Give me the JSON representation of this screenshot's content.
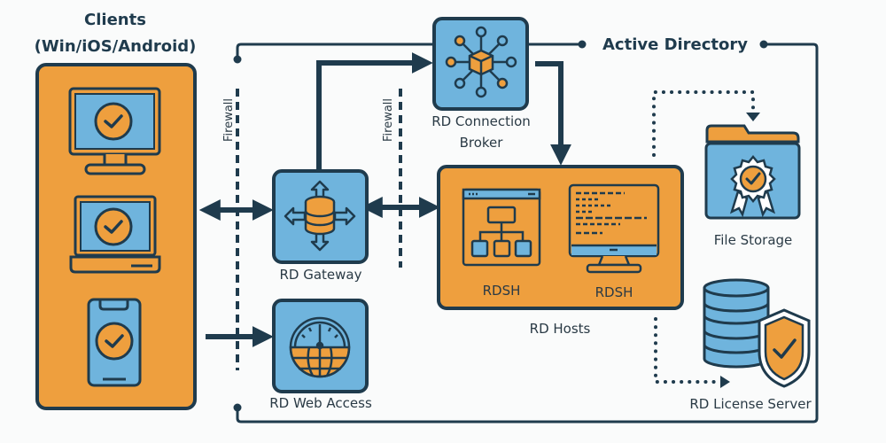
{
  "colors": {
    "ink": "#1f3b4d",
    "orange": "#ee9f3e",
    "blue": "#6fb4dd",
    "background": "#fafbfb",
    "white": "#ffffff"
  },
  "clients": {
    "title_line1": "Clients",
    "title_line2": "(Win/iOS/Android)",
    "devices": [
      "desktop-monitor",
      "laptop",
      "smartphone"
    ]
  },
  "firewalls": [
    {
      "label": "Firewall"
    },
    {
      "label": "Firewall"
    }
  ],
  "nodes": {
    "gateway": {
      "label": "RD Gateway",
      "icon": "database-arrows-icon"
    },
    "web_access": {
      "label": "RD Web Access",
      "icon": "globe-gauge-icon"
    },
    "broker": {
      "label_line1": "RD Connection",
      "label_line2": "Broker",
      "icon": "hub-network-icon"
    },
    "hosts": {
      "label": "RD Hosts",
      "servers": [
        {
          "label": "RDSH",
          "icon": "org-chart-window-icon"
        },
        {
          "label": "RDSH",
          "icon": "code-monitor-icon"
        }
      ]
    },
    "file_storage": {
      "label": "File Storage",
      "icon": "certified-folder-icon"
    },
    "license_server": {
      "label": "RD License Server",
      "icon": "secure-database-icon"
    }
  },
  "active_directory": {
    "label": "Active Directory"
  },
  "connections": [
    {
      "from": "clients",
      "to": "gateway",
      "type": "bidirectional"
    },
    {
      "from": "clients",
      "to": "web_access",
      "type": "one-way"
    },
    {
      "from": "gateway",
      "to": "hosts",
      "type": "bidirectional"
    },
    {
      "from": "gateway",
      "to": "broker",
      "type": "one-way"
    },
    {
      "from": "broker",
      "to": "hosts",
      "type": "one-way"
    },
    {
      "from": "hosts",
      "to": "file_storage",
      "type": "dotted"
    },
    {
      "from": "hosts",
      "to": "license_server",
      "type": "dotted"
    },
    {
      "from": "active_directory",
      "to": "all",
      "type": "bus"
    }
  ]
}
